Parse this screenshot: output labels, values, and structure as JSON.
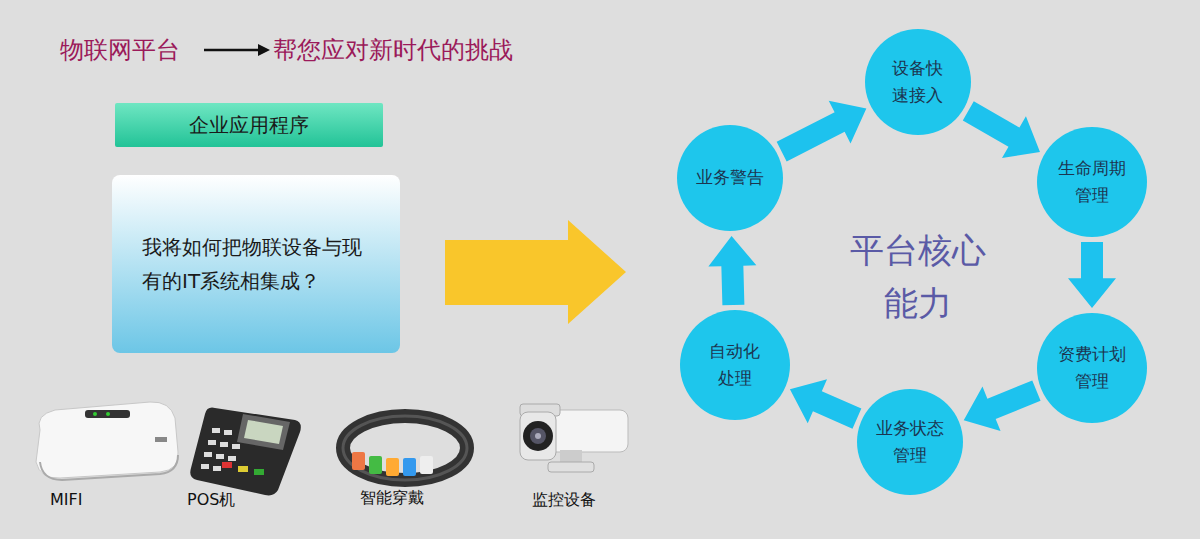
{
  "diagram": {
    "title": "物联网平台",
    "nodes": [
      {
        "text": [
          "企业应用程序"
        ]
      },
      {
        "text": [
          "我将如何把物联设备与现有的IT系统相集成？"
        ]
      },
      {
        "text": [
          "设备快速接入"
        ]
      },
      {
        "text": [
          "生命周期管理"
        ]
      },
      {
        "text": [
          "资费计划管理"
        ]
      },
      {
        "text": [
          "业务状态管理"
        ]
      },
      {
        "text": [
          "自动化处理"
        ]
      },
      {
        "text": [
          "业务警告"
        ]
      }
    ],
    "edges": [
      {
        "from": 2,
        "to": 3,
        "arrow": "to"
      },
      {
        "from": 3,
        "to": 4,
        "arrow": "to"
      },
      {
        "from": 4,
        "to": 5,
        "arrow": "to"
      },
      {
        "from": 5,
        "to": 6,
        "arrow": "to"
      },
      {
        "from": 6,
        "to": 7,
        "arrow": "to"
      },
      {
        "from": 7,
        "to": 2,
        "arrow": "to"
      }
    ],
    "labels": [
      "帮您应对新时代的挑战",
      "平台核心能力",
      "MIFI",
      "POS机",
      "智能穿戴",
      "监控设备"
    ]
  }
}
